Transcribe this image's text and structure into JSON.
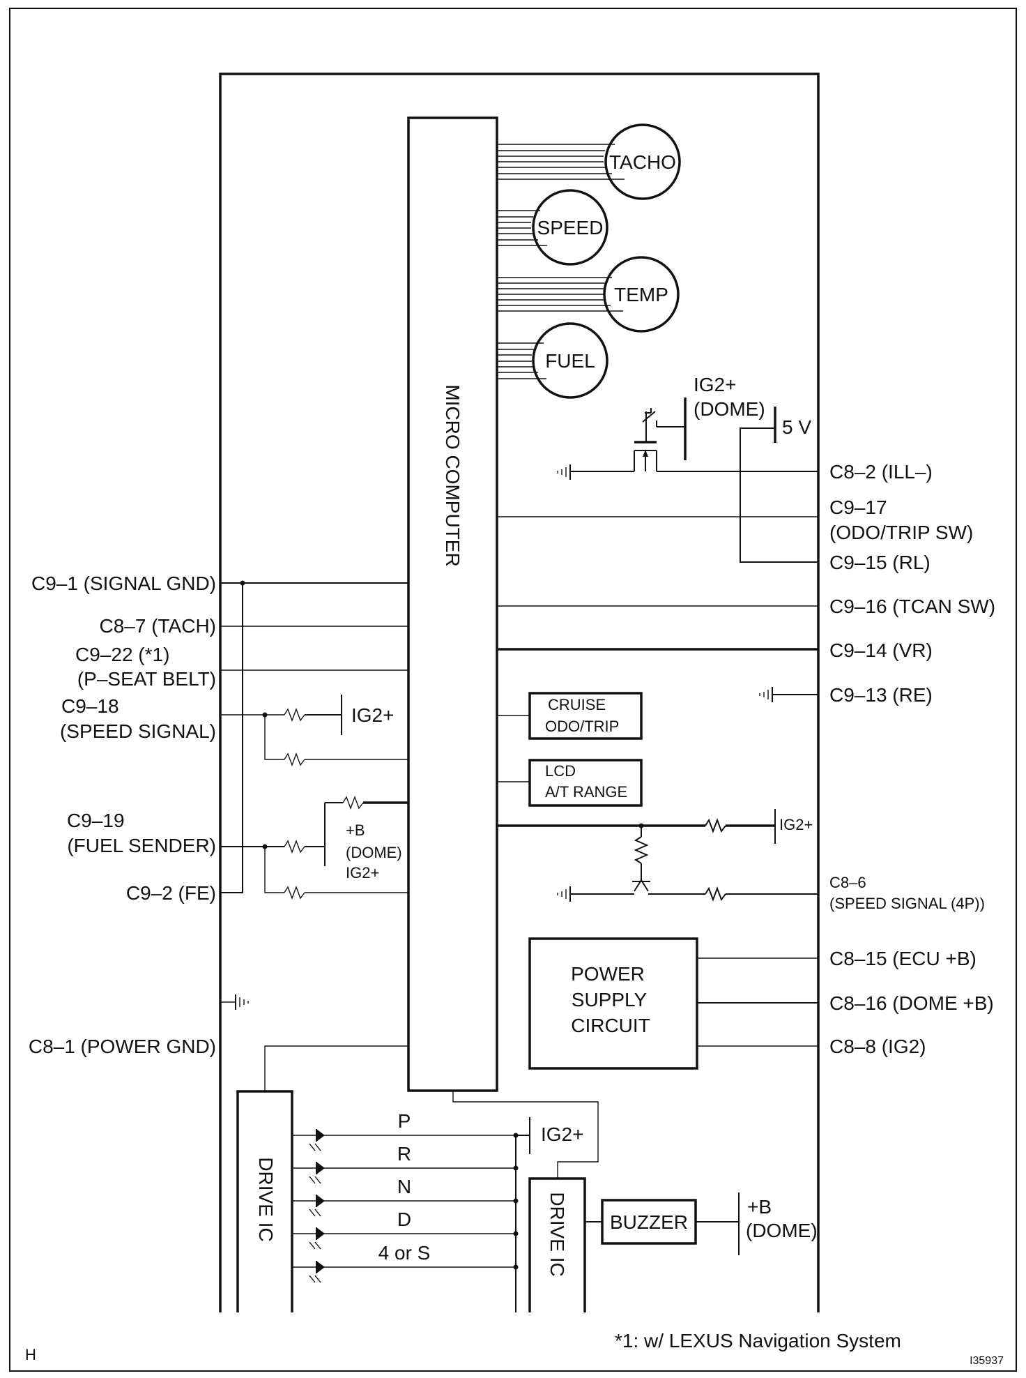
{
  "diagram": {
    "micro_computer": "MICRO COMPUTER",
    "gauges": {
      "tacho": "TACHO",
      "speed": "SPEED",
      "temp": "TEMP",
      "fuel": "FUEL"
    },
    "left_pins": {
      "signal_gnd": "C9–1 (SIGNAL GND)",
      "tach": "C8–7 (TACH)",
      "seat_belt_1": "C9–22 (*1)",
      "seat_belt_2": "(P–SEAT BELT)",
      "speed_signal_1": "C9–18",
      "speed_signal_2": "(SPEED SIGNAL)",
      "fuel_sender_1": "C9–19",
      "fuel_sender_2": "(FUEL SENDER)",
      "fe": "C9–2 (FE)",
      "power_gnd": "C8–1 (POWER GND)"
    },
    "right_pins": {
      "ill": "C8–2 (ILL–)",
      "odo_1": "C9–17",
      "odo_2": "(ODO/TRIP SW)",
      "rl": "C9–15 (RL)",
      "tcan": "C9–16 (TCAN SW)",
      "vr": "C9–14 (VR)",
      "re": "C9–13 (RE)",
      "speed4p_1": "C8–6",
      "speed4p_2": "(SPEED SIGNAL (4P))",
      "ecu_b": "C8–15 (ECU +B)",
      "dome_b": "C8–16 (DOME +B)",
      "ig2": "C8–8 (IG2)"
    },
    "supply": {
      "ig2_dome_1": "IG2+",
      "ig2_dome_2": "(DOME)",
      "five_v": "5 V",
      "ig2_speed": "IG2+",
      "b_dome_1": "+B",
      "b_dome_2": "(DOME)",
      "ig2_fuel": "IG2+",
      "ig2_right": "IG2+",
      "ig2_shift": "IG2+",
      "buzzer_b": "+B",
      "buzzer_dome": "(DOME)"
    },
    "blocks": {
      "cruise": "CRUISE",
      "odo_trip": "ODO/TRIP",
      "lcd": "LCD",
      "at_range": "A/T RANGE",
      "power_1": "POWER",
      "power_2": "SUPPLY",
      "power_3": "CIRCUIT",
      "drive_ic_left": "DRIVE IC",
      "drive_ic_right": "DRIVE IC",
      "buzzer": "BUZZER"
    },
    "shift": [
      "P",
      "R",
      "N",
      "D",
      "4 or S"
    ],
    "footnote": "*1: w/ LEXUS Navigation System",
    "corner_letter": "H",
    "figure_id": "I35937"
  }
}
